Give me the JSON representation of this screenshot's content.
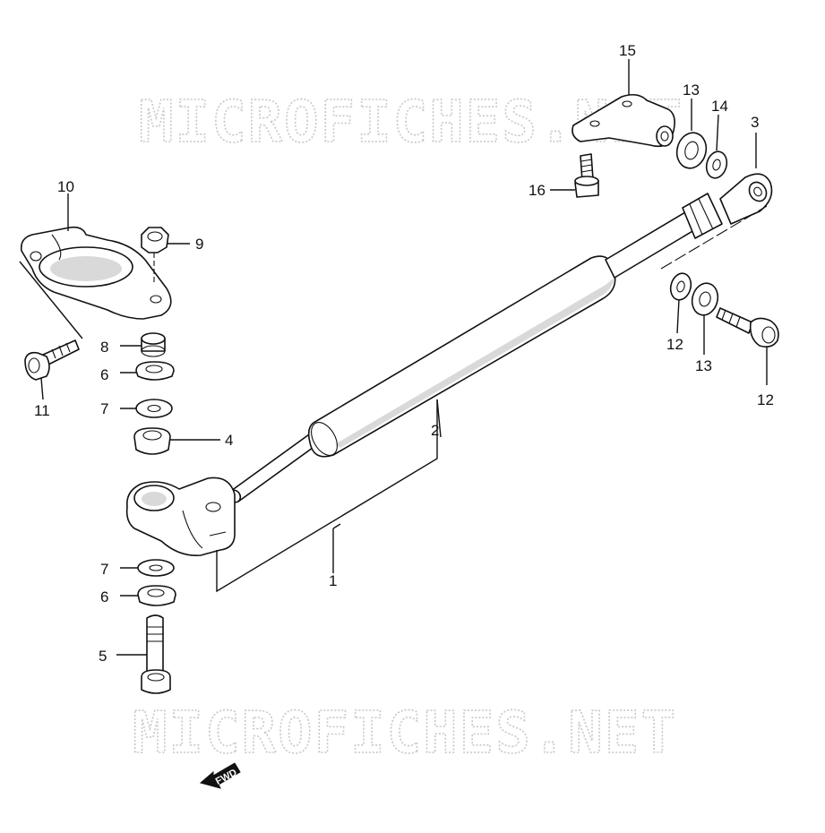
{
  "watermark": {
    "text": "MICROFICHES.NET"
  },
  "fwd_label": "FWD",
  "callouts": {
    "c1": "1",
    "c2": "2",
    "c3": "3",
    "c4": "4",
    "c5": "5",
    "c6a": "6",
    "c6b": "6",
    "c7a": "7",
    "c7b": "7",
    "c8": "8",
    "c9": "9",
    "c10": "10",
    "c11": "11",
    "c12a": "12",
    "c12b": "12",
    "c13a": "13",
    "c13b": "13",
    "c14": "14",
    "c15": "15",
    "c16": "16"
  }
}
